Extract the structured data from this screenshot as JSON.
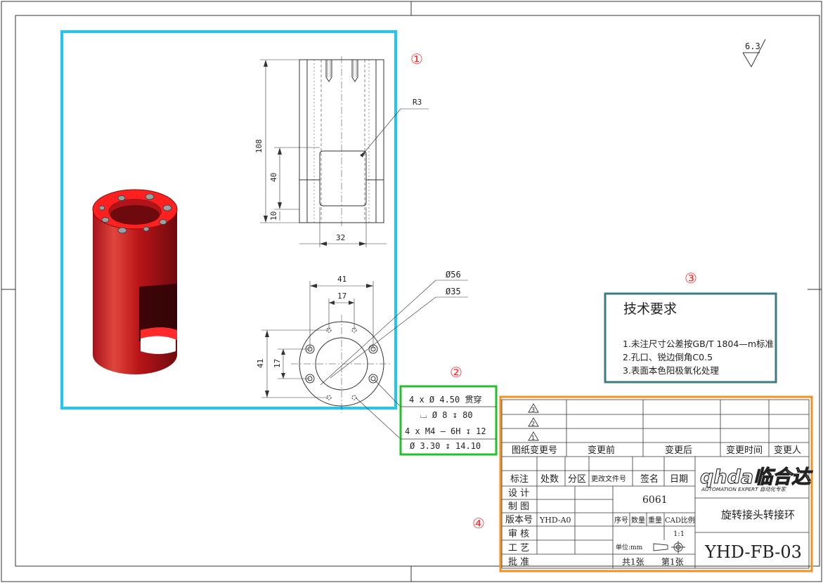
{
  "callouts": {
    "c1": "①",
    "c2": "②",
    "c3": "③",
    "c4": "④"
  },
  "dims": {
    "r3": "R3",
    "d108": "108",
    "d40": "40",
    "d10": "10",
    "d32": "32",
    "d41_top": "41",
    "d17_top": "17",
    "d41_side": "41",
    "d17_side": "17",
    "phi56": "Ø56",
    "phi35": "Ø35"
  },
  "roughness": "6.3",
  "hole_note": {
    "line1": "4 x  Ø  4.50 贯穿",
    "line2": "⌴  Ø 8  ↧ 80",
    "line3": "4 x  M4 – 6H  ↧ 12",
    "line4": "Ø 3.30  ↧ 14.10"
  },
  "tech": {
    "title": "技术要求",
    "l1": "1.未注尺寸公差按GB/T 1804—m标准",
    "l2": "2.孔口、锐边倒角C0.5",
    "l3": "3.表面本色阳极氧化处理"
  },
  "title_block": {
    "rev3": "3",
    "rev2": "2",
    "rev1": "1",
    "col_changes": "图纸变更号",
    "col_before": "变更前",
    "col_after": "变更后",
    "col_time": "变更时间",
    "col_person": "变更人",
    "mark": "标注",
    "count": "处数",
    "zone": "分区",
    "doc": "更改文件号",
    "sign": "签名",
    "date": "日期",
    "design": "设 计",
    "draw": "制 图",
    "version": "版本号",
    "version_val": "YHD-A0",
    "check": "审 核",
    "craft": "工 艺",
    "approve": "批 准",
    "material": "6061",
    "seq": "序号",
    "qty": "数量",
    "weight": "重量",
    "cad_scale": "CAD比例",
    "scale": "1:1",
    "unit": "单位:mm",
    "sheets_total": "共1张",
    "sheet_no": "第1张",
    "logo_main": "qhda临合达",
    "logo_sub": "AUTOMATION EXPERT 自动化专家",
    "part_name": "旋转接头转接环",
    "drawing_no": "YHD-FB-03"
  },
  "colors": {
    "view_box": "#1ec8f4",
    "hole_box": "#22c02a",
    "tech_box": "#3e7b80",
    "title_box": "#f39020",
    "part": "#c5191b",
    "part_face": "#ff2020",
    "callout": "#ff3030"
  }
}
